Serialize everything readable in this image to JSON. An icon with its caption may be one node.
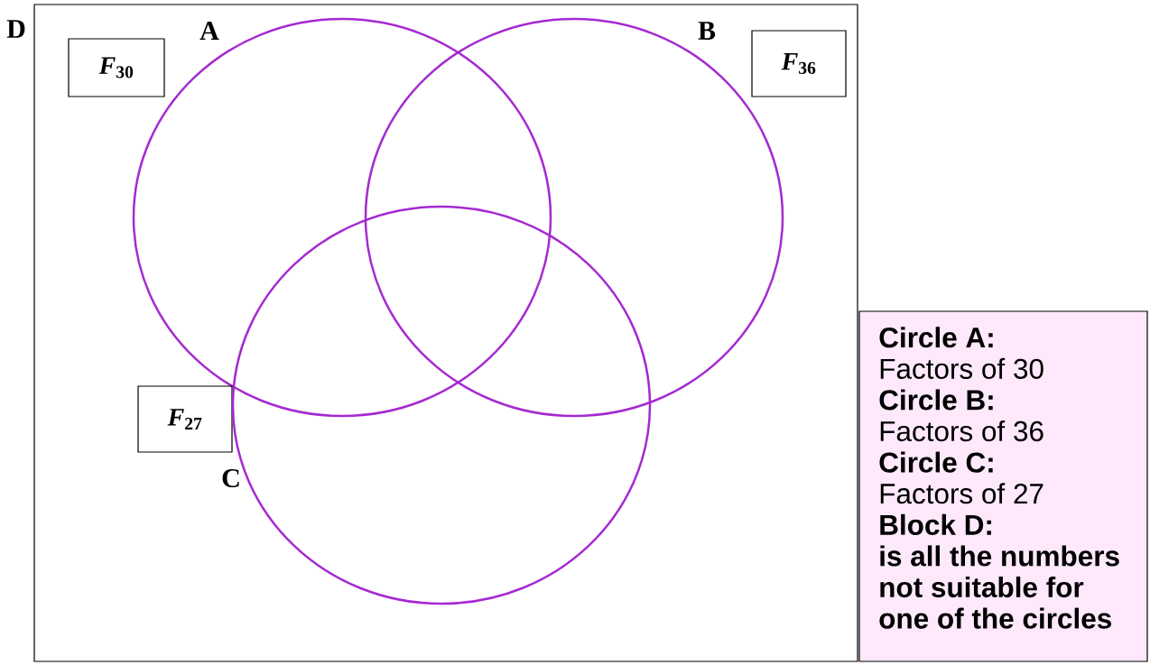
{
  "diagram": {
    "nodes": [
      {
        "text": [
          "D"
        ]
      },
      {
        "text": [
          "*F*$_{30}$"
        ],
        "in": 0
      },
      {
        "text": [
          "A"
        ],
        "in": 0
      },
      {
        "text": [
          "B"
        ],
        "in": 0
      },
      {
        "text": [
          "*F*$_{36}$"
        ],
        "in": 0
      },
      {
        "text": [
          "*F*$_{27}$"
        ],
        "in": 0
      },
      {
        "text": [
          "C"
        ],
        "in": 0
      },
      {
        "text": [
          "Circle A:",
          "Factors of 30",
          "Circle B:",
          "Factors of 36",
          "Circle C:",
          "Factors of 27",
          "Block D:",
          "is all the numbers not suitable for one of the circles"
        ]
      }
    ]
  }
}
